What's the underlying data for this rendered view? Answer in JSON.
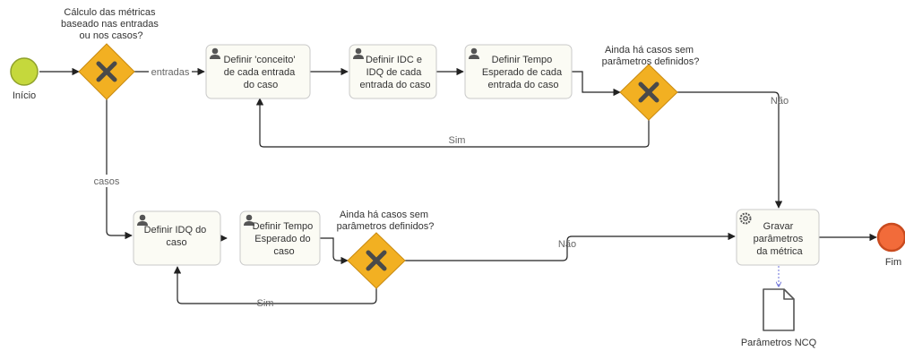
{
  "events": {
    "start": "Início",
    "end": "Fim"
  },
  "gateways": {
    "g1": {
      "question": [
        "Cálculo das métricas",
        "baseado nas entradas",
        "ou nos casos?"
      ]
    },
    "g2": {
      "question": [
        "Ainda há casos sem",
        "parâmetros definidos?"
      ]
    },
    "g3": {
      "question": [
        "Ainda há casos sem",
        "parâmetros definidos?"
      ]
    }
  },
  "tasks": {
    "t1": {
      "lines": [
        "Definir 'conceito'",
        "de cada entrada",
        "do caso"
      ],
      "icon": "user-icon"
    },
    "t2": {
      "lines": [
        "Definir IDC e",
        "IDQ de cada",
        "entrada do caso"
      ],
      "icon": "user-icon"
    },
    "t3": {
      "lines": [
        "Definir Tempo",
        "Esperado de cada",
        "entrada do caso"
      ],
      "icon": "user-icon"
    },
    "t4": {
      "lines": [
        "Definir IDQ do",
        "caso"
      ],
      "icon": "user-icon"
    },
    "t5": {
      "lines": [
        "Definir Tempo",
        "Esperado do",
        "caso"
      ],
      "icon": "user-icon"
    },
    "t6": {
      "lines": [
        "Gravar",
        "parâmetros",
        "da métrica"
      ],
      "icon": "gear-icon"
    }
  },
  "flow_labels": {
    "entradas": "entradas",
    "casos": "casos",
    "sim_top": "Sim",
    "nao_top": "Não",
    "nao_bottom": "Não",
    "sim_bottom": "Sim"
  },
  "data_object": {
    "label": "Parâmetros NCQ",
    "icon": "document-icon"
  },
  "colors": {
    "start_fill": "#c5d83c",
    "start_stroke": "#8fa12a",
    "end_fill": "#f26b3a",
    "end_stroke": "#c94b1f",
    "gateway_fill": "#f2b022",
    "gateway_stroke": "#c98a10",
    "gateway_mark": "#4a4a4a",
    "task_fill": "#fbfbf4",
    "association": "#6a6fd8"
  }
}
